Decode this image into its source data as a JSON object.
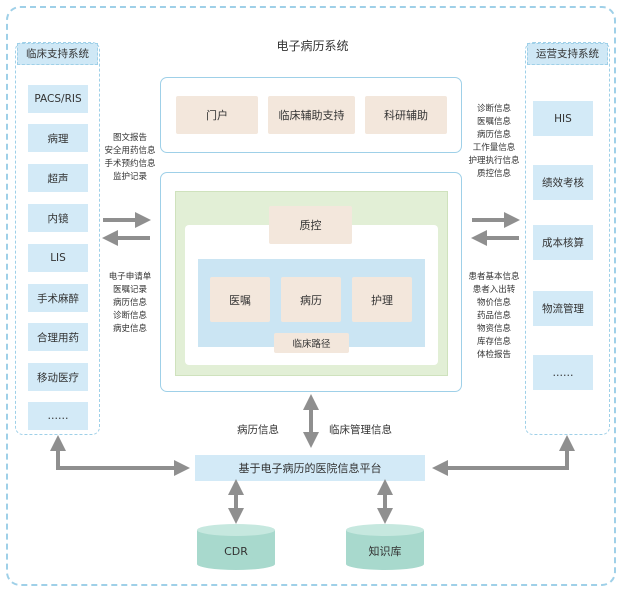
{
  "title": "电子病历系统",
  "left": {
    "header": "临床支持系统",
    "items": [
      "PACS/RIS",
      "病理",
      "超声",
      "内镜",
      "LIS",
      "手术麻醉",
      "合理用药",
      "移动医疗",
      "……"
    ]
  },
  "right": {
    "header": "运营支持系统",
    "items": [
      "HIS",
      "绩效考核",
      "成本核算",
      "物流管理",
      "……"
    ]
  },
  "top_boxes": [
    "门户",
    "临床辅助支持",
    "科研辅助"
  ],
  "center": {
    "qc": "质控",
    "items": [
      "医嘱",
      "病历",
      "护理"
    ],
    "pathway": "临床路径"
  },
  "left_labels_top": [
    "图文报告",
    "安全用药信息",
    "手术预约信息",
    "监护记录"
  ],
  "left_labels_bottom": [
    "电子申请单",
    "医嘱记录",
    "病历信息",
    "诊断信息",
    "病史信息"
  ],
  "right_labels_top": [
    "诊断信息",
    "医嘱信息",
    "病历信息",
    "工作量信息",
    "护理执行信息",
    "质控信息"
  ],
  "right_labels_bottom": [
    "患者基本信息",
    "患者入出转",
    "物价信息",
    "药品信息",
    "物资信息",
    "库存信息",
    "体检报告"
  ],
  "mid_label_left": "病历信息",
  "mid_label_right": "临床管理信息",
  "platform": "基于电子病历的医院信息平台",
  "db_left": "CDR",
  "db_right": "知识库",
  "colors": {
    "border": "#9fd0e8",
    "side_item": "#d3eaf7",
    "beige": "#f3e7dc",
    "green": "#e2efd6",
    "arrow": "#8f8f8f"
  }
}
